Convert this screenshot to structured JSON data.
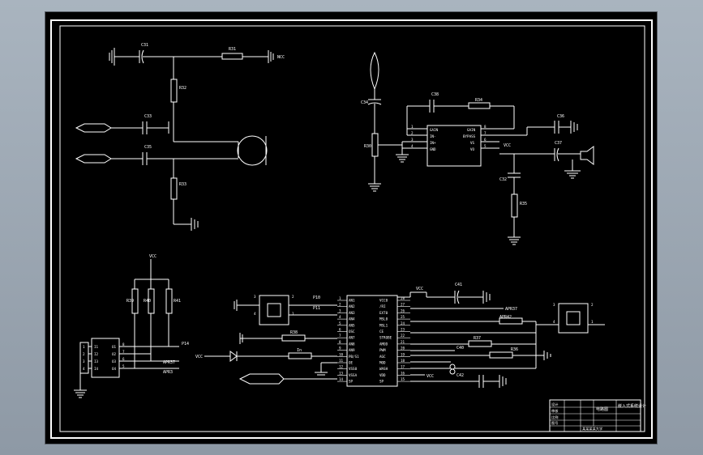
{
  "drawing": {
    "top_left": {
      "c31": "C31",
      "r31": "R31",
      "r31_net": "NCC",
      "r32": "R32",
      "c33": "C33",
      "c35": "C35",
      "r33": "R33"
    },
    "top_right": {
      "c34": "C34",
      "c36": "C36",
      "r34": "R34",
      "r30": "R30",
      "c38": "C38",
      "c37": "C37",
      "c32": "C32",
      "r35": "R35",
      "vcc": "VCC",
      "chip_left_pins": [
        "1",
        "2",
        "3",
        "4"
      ],
      "chip_left_names": [
        "GAIN",
        "IN-",
        "IN+",
        "GND"
      ],
      "chip_right_pins": [
        "8",
        "7",
        "6",
        "5"
      ],
      "chip_right_names": [
        "GAIN",
        "BYPASS",
        "VS",
        "VO"
      ]
    },
    "bottom_left": {
      "vcc": "VCC",
      "r39": "R39",
      "r40": "R40",
      "r41": "R41",
      "p14": "P14",
      "apr37_a": "APR37",
      "apr37_b": "APR3",
      "con_pins": [
        "1",
        "2",
        "3",
        "4"
      ],
      "ic_left": [
        "1",
        "2",
        "3",
        "4"
      ],
      "ic_left_names": [
        "I1",
        "I2",
        "I3",
        "I4"
      ],
      "ic_right": [
        "8",
        "7",
        "6",
        "5"
      ],
      "ic_right_names": [
        "O1",
        "O2",
        "O3",
        "O4"
      ]
    },
    "bottom_mid": {
      "sw_pins": [
        "3",
        "2",
        "4",
        "1"
      ],
      "p10": "P10",
      "p11": "P11",
      "r38": "R38",
      "r_in": "In",
      "vcc_left": "VCC",
      "vcc_top": "VCC",
      "c41": "C41",
      "c42": "C42",
      "vcc_bottom": "VCC",
      "left_pin_nums": [
        "1",
        "2",
        "3",
        "4",
        "5",
        "6",
        "7",
        "8",
        "9",
        "10",
        "11",
        "12",
        "13",
        "14"
      ],
      "left_pin_names": [
        "AN1",
        "AN2",
        "AN3",
        "AN4",
        "AN5",
        "OSC",
        "AN7",
        "AN8",
        "AN9",
        "PB/S1",
        "OE",
        "VSS0",
        "VSSA",
        "SP"
      ],
      "right_pin_nums": [
        "28",
        "27",
        "26",
        "25",
        "24",
        "23",
        "22",
        "21",
        "20",
        "19",
        "18",
        "17",
        "16",
        "15"
      ],
      "right_pin_names": [
        "VCC0",
        "/RI",
        "EXT0",
        "MSL0",
        "MSL1",
        "CE",
        "STROBE",
        "AMOD",
        "PWM",
        "AGC",
        "MOD",
        "WASH",
        "VDD",
        "SP"
      ],
      "apr37": "APR37",
      "apr42": "APR42",
      "r37": "R37",
      "r36": "R36",
      "c40": "C40"
    },
    "right_switch": {
      "pins": [
        "3",
        "2",
        "4",
        "1"
      ]
    }
  },
  "title_block": {
    "drawing_name": "电路图",
    "project": "嵌入式系统设计",
    "sub_label": "某某某某大学",
    "row_labels": [
      "设计",
      "审核",
      "比例",
      "图号"
    ]
  }
}
